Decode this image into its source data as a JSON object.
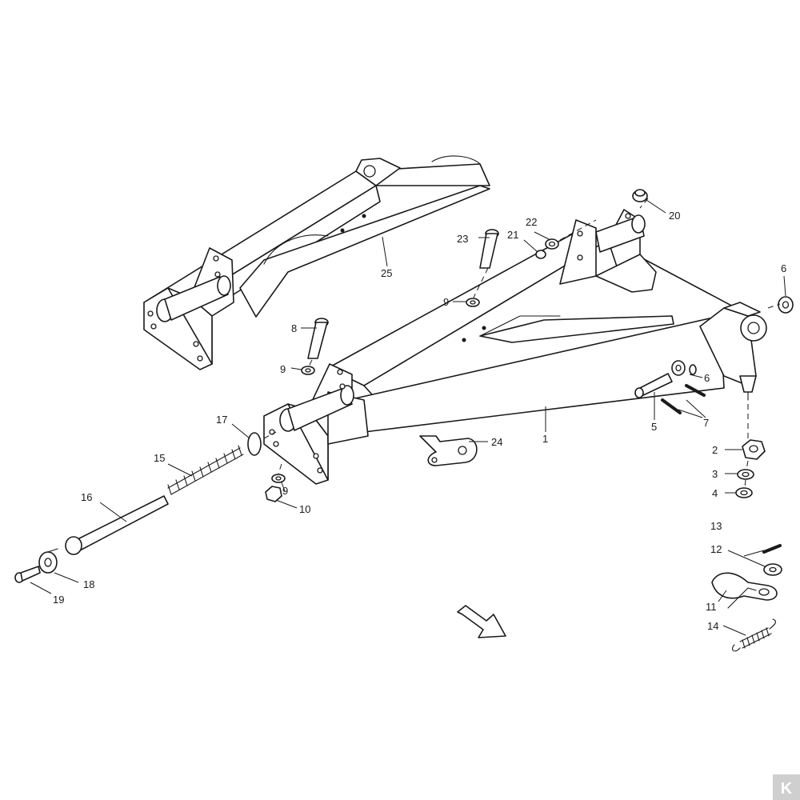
{
  "diagram": {
    "callouts": [
      {
        "id": "c1",
        "text": "1"
      },
      {
        "id": "c2",
        "text": "2"
      },
      {
        "id": "c3",
        "text": "3"
      },
      {
        "id": "c4",
        "text": "4"
      },
      {
        "id": "c5",
        "text": "5"
      },
      {
        "id": "c6a",
        "text": "6"
      },
      {
        "id": "c6b",
        "text": "6"
      },
      {
        "id": "c7",
        "text": "7"
      },
      {
        "id": "c8",
        "text": "8"
      },
      {
        "id": "c9a",
        "text": "9"
      },
      {
        "id": "c9b",
        "text": "9"
      },
      {
        "id": "c9c",
        "text": "9"
      },
      {
        "id": "c10",
        "text": "10"
      },
      {
        "id": "c11",
        "text": "11"
      },
      {
        "id": "c12",
        "text": "12"
      },
      {
        "id": "c13",
        "text": "13"
      },
      {
        "id": "c14",
        "text": "14"
      },
      {
        "id": "c15",
        "text": "15"
      },
      {
        "id": "c16",
        "text": "16"
      },
      {
        "id": "c17",
        "text": "17"
      },
      {
        "id": "c18",
        "text": "18"
      },
      {
        "id": "c19",
        "text": "19"
      },
      {
        "id": "c20",
        "text": "20"
      },
      {
        "id": "c21",
        "text": "21"
      },
      {
        "id": "c22",
        "text": "22"
      },
      {
        "id": "c23",
        "text": "23"
      },
      {
        "id": "c24",
        "text": "24"
      },
      {
        "id": "c25",
        "text": "25"
      }
    ],
    "logo": "K"
  }
}
